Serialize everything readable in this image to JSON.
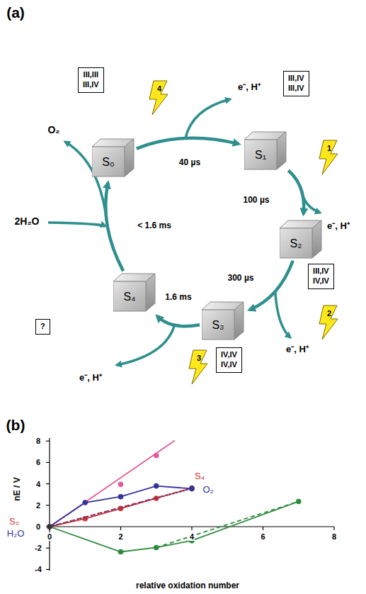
{
  "diagram": {
    "nodes": [
      {
        "text": [
          "S₀"
        ]
      },
      {
        "text": [
          "S₁"
        ]
      },
      {
        "text": [
          "S₂"
        ]
      },
      {
        "text": [
          "S₃"
        ]
      },
      {
        "text": [
          "S₄"
        ]
      },
      {
        "text": [
          "III,III III,IV"
        ]
      },
      {
        "text": [
          "III,IV III,IV"
        ]
      },
      {
        "text": [
          "III,IV IV,IV"
        ]
      },
      {
        "text": [
          "IV,IV IV,IV"
        ]
      },
      {
        "text": [
          "?"
        ]
      }
    ],
    "edges": [
      {
        "from": 0,
        "to": 1,
        "arrow": "to",
        "label": "40 µs"
      },
      {
        "from": 1,
        "to": 2,
        "arrow": "to",
        "label": "100 µs"
      },
      {
        "from": 2,
        "to": 3,
        "arrow": "to",
        "label": "300 µs"
      },
      {
        "from": 3,
        "to": 4,
        "arrow": "to",
        "label": "1.6 ms"
      },
      {
        "from": 4,
        "to": 0,
        "arrow": "to",
        "label": "< 1.6 ms"
      }
    ],
    "labels": [
      "(a)",
      "e⁻, H⁺",
      "e⁻, H⁺",
      "e⁻, H⁺",
      "e⁻, H⁺",
      "4",
      "1",
      "2",
      "3",
      "O₂",
      "2H₂O",
      "(b)",
      "8",
      "6",
      "4",
      "2",
      "0",
      "-2",
      "-4",
      "0",
      "2",
      "4",
      "6",
      "8",
      "nE / V",
      "relative oxidation number",
      "S₄",
      "O₂",
      "S₀",
      "H₂O"
    ]
  }
}
